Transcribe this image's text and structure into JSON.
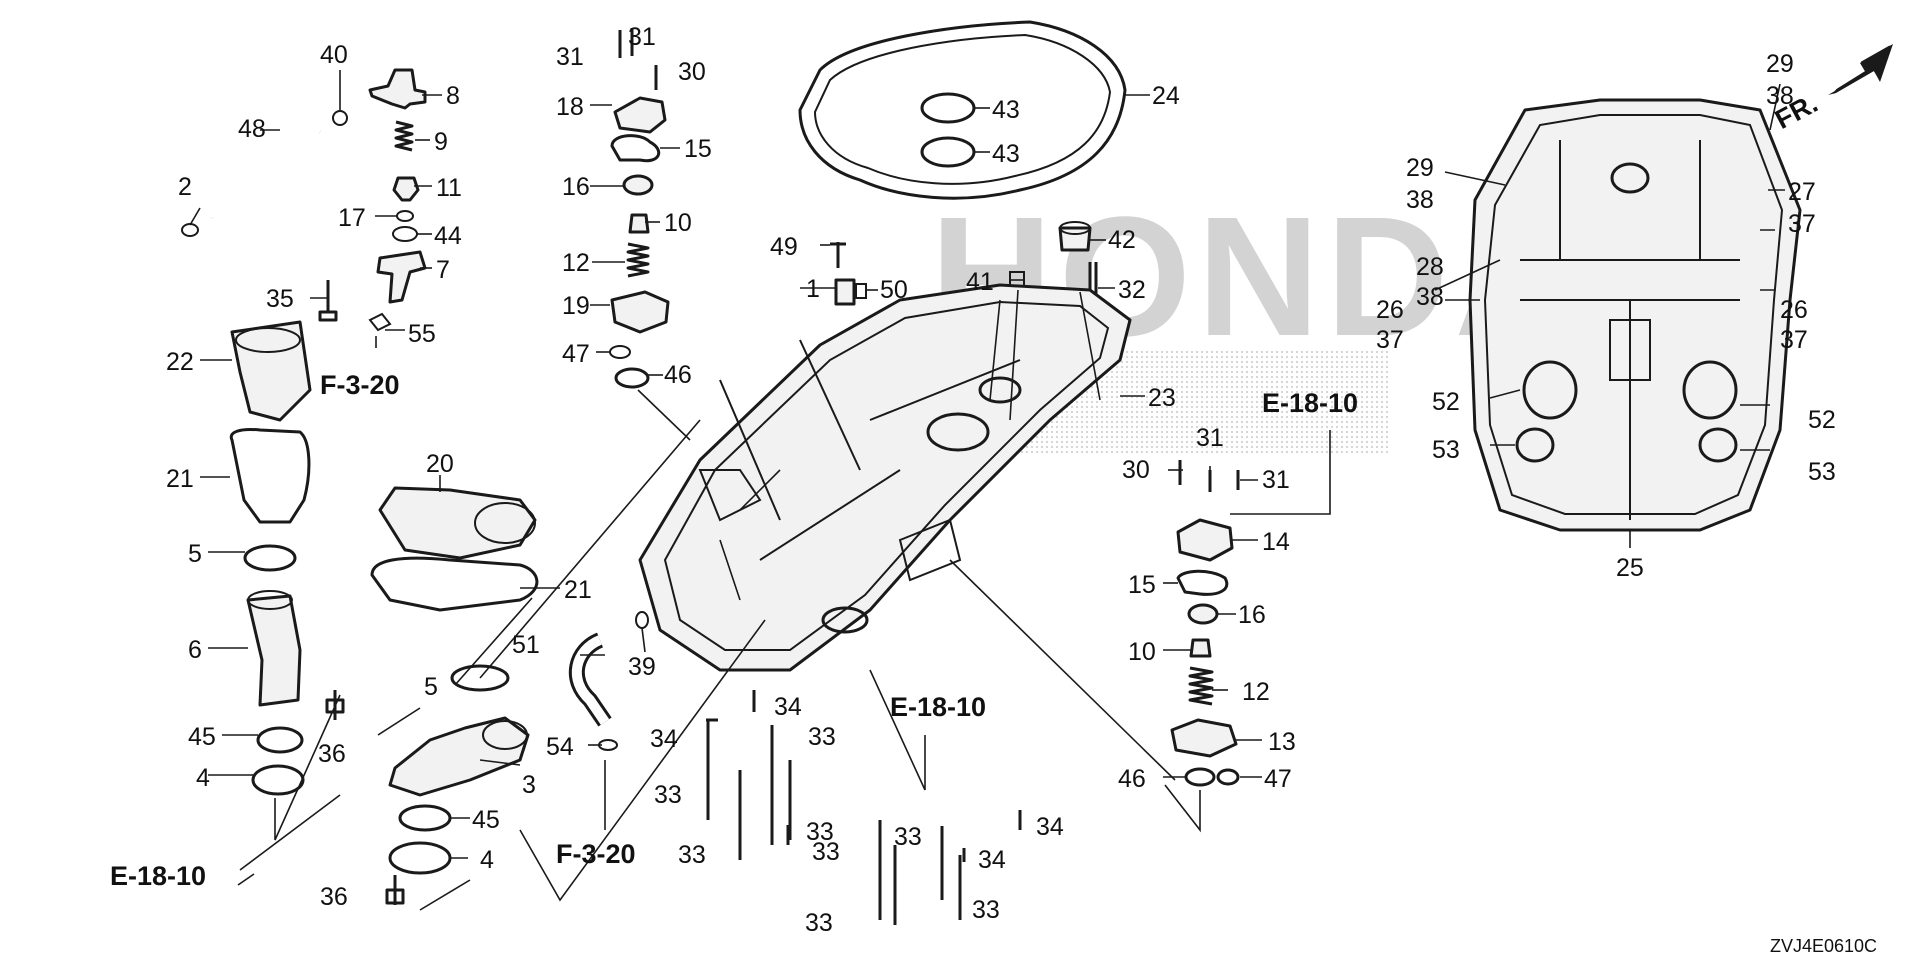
{
  "diagram": {
    "drawing_code": "ZVJ4E0610C",
    "direction_label": "FR.",
    "watermark": "HONDA",
    "part_callouts": [
      "1",
      "2",
      "3",
      "4",
      "4",
      "5",
      "5",
      "6",
      "7",
      "8",
      "9",
      "10",
      "10",
      "11",
      "12",
      "12",
      "13",
      "14",
      "15",
      "15",
      "16",
      "16",
      "17",
      "18",
      "19",
      "20",
      "21",
      "21",
      "22",
      "23",
      "24",
      "25",
      "26",
      "26",
      "27",
      "28",
      "29",
      "29",
      "30",
      "30",
      "31",
      "31",
      "31",
      "31",
      "32",
      "33",
      "33",
      "33",
      "33",
      "33",
      "33",
      "33",
      "33",
      "33",
      "34",
      "34",
      "34",
      "34",
      "35",
      "36",
      "36",
      "37",
      "37",
      "37",
      "38",
      "38",
      "38",
      "39",
      "40",
      "41",
      "42",
      "43",
      "43",
      "44",
      "45",
      "45",
      "46",
      "46",
      "47",
      "47",
      "48",
      "49",
      "50",
      "51",
      "52",
      "52",
      "53",
      "53",
      "54",
      "55"
    ],
    "section_refs": [
      "F-3-20",
      "E-18-10",
      "E-18-10",
      "E-18-10",
      "F-3-20"
    ]
  }
}
